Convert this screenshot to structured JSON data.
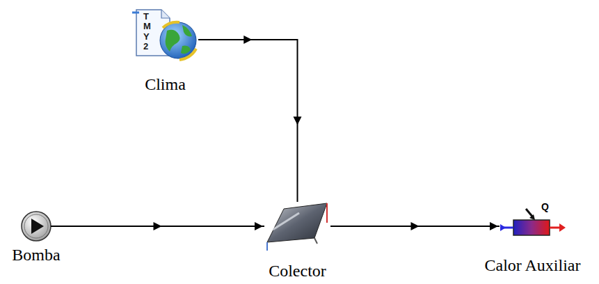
{
  "diagram": {
    "nodes": [
      {
        "text": [
          "Clima"
        ]
      },
      {
        "text": [
          "Bomba"
        ]
      },
      {
        "text": [
          "Colector"
        ]
      },
      {
        "text": [
          "Calor Auxiliar"
        ]
      }
    ],
    "edges": [
      {
        "from": 0,
        "to": 2,
        "arrow": "to"
      },
      {
        "from": 1,
        "to": 2,
        "arrow": "to"
      },
      {
        "from": 2,
        "to": 3,
        "arrow": "to"
      }
    ],
    "labels": [
      "TMY2",
      "Q"
    ]
  }
}
